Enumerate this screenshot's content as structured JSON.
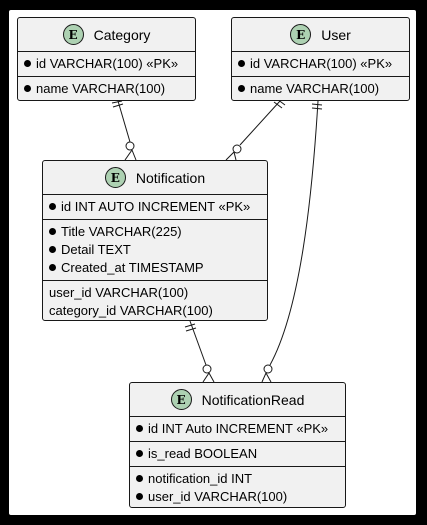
{
  "entities": {
    "category": {
      "badge": "E",
      "name": "Category",
      "sections": [
        [
          "id VARCHAR(100) «PK»"
        ],
        [
          "name VARCHAR(100)"
        ]
      ]
    },
    "user": {
      "badge": "E",
      "name": "User",
      "sections": [
        [
          "id VARCHAR(100) «PK»"
        ],
        [
          "name VARCHAR(100)"
        ]
      ]
    },
    "notification": {
      "badge": "E",
      "name": "Notification",
      "sections": [
        [
          "id INT AUTO INCREMENT «PK»"
        ],
        [
          "Title VARCHAR(225)",
          "Detail TEXT",
          "Created_at TIMESTAMP"
        ],
        [
          "user_id VARCHAR(100)",
          "category_id VARCHAR(100)"
        ]
      ]
    },
    "notification_read": {
      "badge": "E",
      "name": "NotificationRead",
      "sections": [
        [
          "id INT Auto INCREMENT «PK»"
        ],
        [
          "is_read BOOLEAN"
        ],
        [
          "notification_id INT",
          "user_id VARCHAR(100)"
        ]
      ]
    }
  },
  "relationships": [
    {
      "from": "category",
      "to": "notification",
      "from_card": "exactly-one",
      "to_card": "zero-or-many"
    },
    {
      "from": "user",
      "to": "notification",
      "from_card": "exactly-one",
      "to_card": "zero-or-many"
    },
    {
      "from": "notification",
      "to": "notification_read",
      "from_card": "exactly-one",
      "to_card": "zero-or-many"
    },
    {
      "from": "user",
      "to": "notification_read",
      "from_card": "exactly-one",
      "to_card": "zero-or-many"
    }
  ],
  "colors": {
    "entity_fill": "#F1F1F1",
    "border": "#181818",
    "badge_fill": "#ADD1B2",
    "background": "#FFFFFF",
    "frame": "#000000"
  }
}
